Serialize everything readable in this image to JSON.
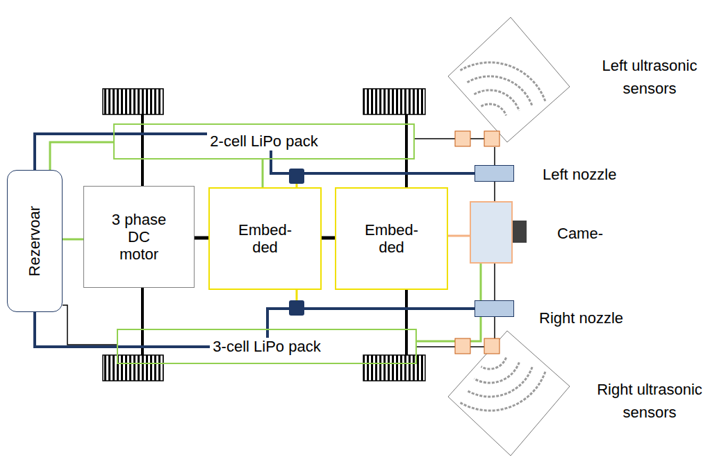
{
  "diagram": {
    "nodes": [
      {
        "text": [
          "Rezervoar"
        ]
      },
      {
        "text": [
          "2-cell LiPo pack"
        ]
      },
      {
        "text": [
          "3 phase DC motor"
        ]
      },
      {
        "text": [
          "Embed- ded"
        ]
      },
      {
        "text": [
          "Embed- ded"
        ]
      },
      {
        "text": [
          "3-cell LiPo pack"
        ]
      },
      {
        "text": [
          "Left nozzle"
        ]
      },
      {
        "text": [
          "Came-"
        ]
      },
      {
        "text": [
          "Right nozzle"
        ]
      }
    ],
    "edges": [
      {
        "from": 2,
        "to": 3,
        "arrow": "none"
      },
      {
        "from": 3,
        "to": 4,
        "arrow": "none"
      },
      {
        "from": 4,
        "to": 7,
        "arrow": "none"
      },
      {
        "from": 1,
        "to": 3,
        "arrow": "none"
      },
      {
        "from": 1,
        "to": 2,
        "arrow": "none"
      },
      {
        "from": 0,
        "to": 6,
        "arrow": "none"
      },
      {
        "from": 0,
        "to": 8,
        "arrow": "none"
      },
      {
        "from": 5,
        "to": 7,
        "arrow": "none"
      },
      {
        "from": 0,
        "to": 5,
        "arrow": "none"
      },
      {
        "from": 6,
        "to": 7,
        "arrow": "none"
      },
      {
        "from": 7,
        "to": 8,
        "arrow": "none"
      }
    ],
    "labels": [
      "Left ultrasonic sensors",
      "Right ultrasonic sensors"
    ]
  }
}
